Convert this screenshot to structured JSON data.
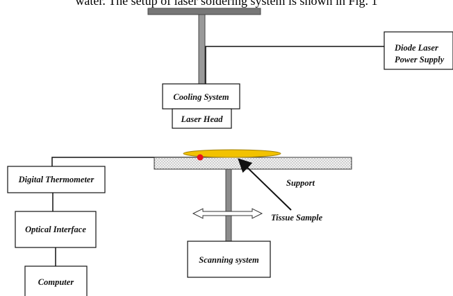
{
  "header_text": "water. The setup of laser soldering system is shown in Fig. 1",
  "labels": {
    "diode_laser_line1": "Diode Laser",
    "diode_laser_line2": "Power Supply",
    "cooling_system": "Cooling System",
    "laser_head": "Laser Head",
    "digital_thermometer": "Digital Thermometer",
    "optical_interface": "Optical Interface",
    "computer": "Computer",
    "support": "Support",
    "tissue_sample": "Tissue Sample",
    "scanning_system": "Scanning system"
  },
  "colors": {
    "tissue": "#f2c200",
    "tissue_edge": "#a07f00",
    "probe_dot": "#e8121b",
    "rod": "#8c8c8c"
  }
}
